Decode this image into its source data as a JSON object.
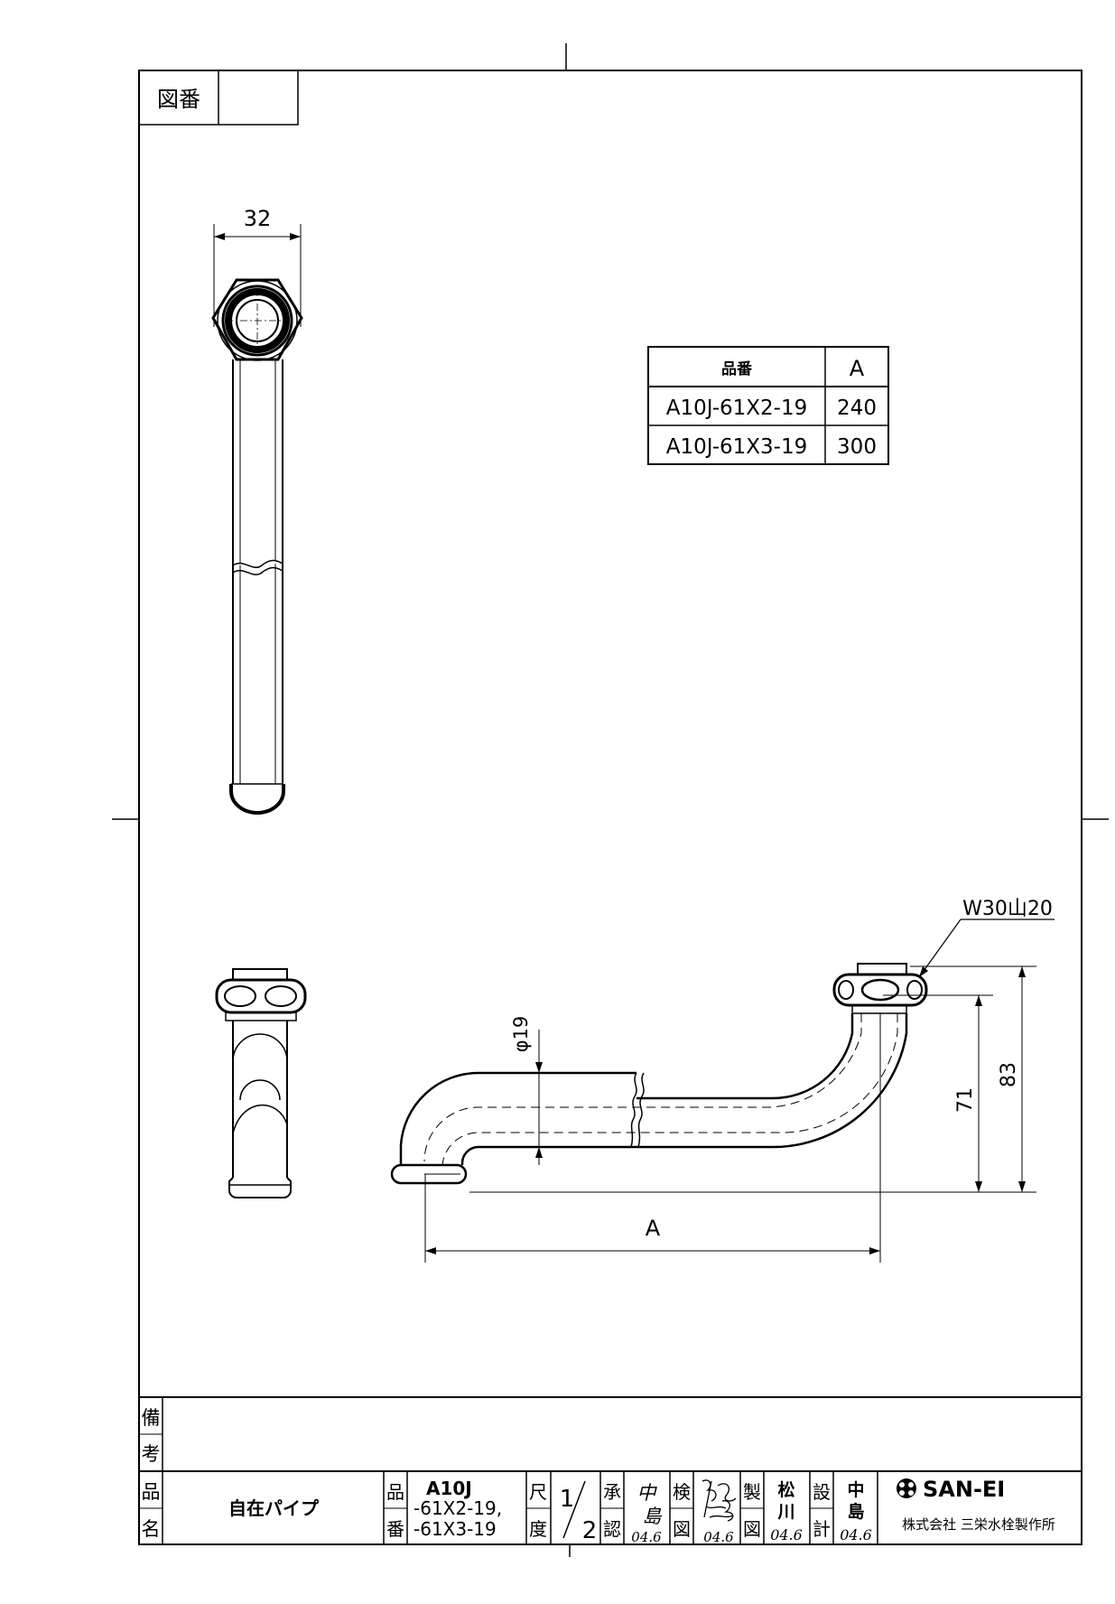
{
  "drawing_number_label": "図番",
  "drawing_number_value": "",
  "dimensions": {
    "nut_width": "32",
    "thread_spec": "W30山20",
    "pipe_diameter": "φ19",
    "height_total": "83",
    "height_pipe": "71",
    "length": "A"
  },
  "variant_table": {
    "headers": [
      "品番",
      "A"
    ],
    "rows": [
      [
        "A10J-61X2-19",
        "240"
      ],
      [
        "A10J-61X3-19",
        "300"
      ]
    ]
  },
  "title_block": {
    "remarks_label_1": "備",
    "remarks_label_2": "考",
    "name_label_1": "品",
    "name_label_2": "名",
    "product_name": "自在パイプ",
    "part_no_label_1": "品",
    "part_no_label_2": "番",
    "part_no_line1": "A10J",
    "part_no_line2": "-61X2-19,",
    "part_no_line3": "-61X3-19",
    "scale_label_1": "尺",
    "scale_label_2": "度",
    "scale_numerator": "1",
    "scale_denominator": "2",
    "approved_label_1": "承",
    "approved_label_2": "認",
    "approved_sign_1": "中",
    "approved_sign_2": "島",
    "approved_date": "04.6",
    "checked_label_1": "検",
    "checked_label_2": "図",
    "checked_date": "04.6",
    "drawn_label_1": "製",
    "drawn_label_2": "図",
    "drawn_name_1": "松",
    "drawn_name_2": "川",
    "drawn_date": "04.6",
    "design_label_1": "設",
    "design_label_2": "計",
    "design_name_1": "中",
    "design_name_2": "島",
    "design_date": "04.6",
    "brand": "SAN-EI",
    "company": "株式会社 三栄水栓製作所"
  }
}
